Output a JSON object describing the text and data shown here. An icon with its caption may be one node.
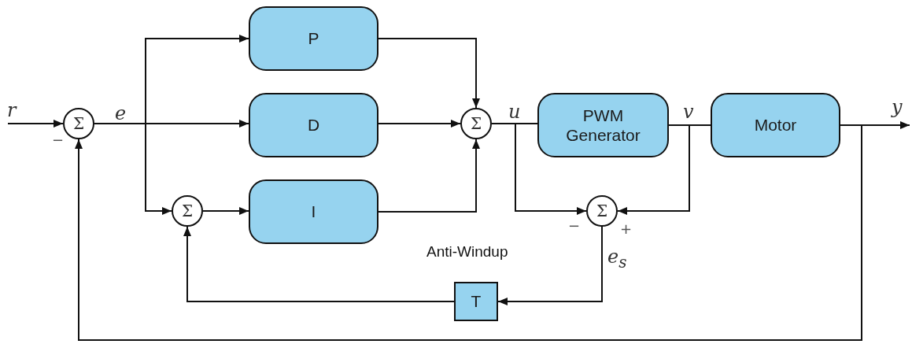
{
  "diagram": {
    "nodes": [
      {
        "text": [
          "Σ"
        ],
        "beside": [
          "−"
        ]
      },
      {
        "text": [
          "P"
        ]
      },
      {
        "text": [
          "D"
        ]
      },
      {
        "text": [
          "I"
        ]
      },
      {
        "text": [
          "Σ"
        ]
      },
      {
        "text": [
          "Σ"
        ]
      },
      {
        "text": [
          "PWM Generator"
        ]
      },
      {
        "text": [
          "Motor"
        ]
      },
      {
        "text": [
          "Σ"
        ],
        "beside": [
          "−",
          "+"
        ]
      },
      {
        "text": [
          "T"
        ]
      }
    ],
    "edges": [
      {
        "from": null,
        "to": 0,
        "arrow": "to",
        "label": "r"
      },
      {
        "from": 0,
        "to": 1,
        "arrow": "to"
      },
      {
        "from": 0,
        "to": 2,
        "arrow": "to"
      },
      {
        "from": 0,
        "to": 4,
        "arrow": "to"
      },
      {
        "from": 1,
        "to": 5,
        "arrow": "to"
      },
      {
        "from": 2,
        "to": 5,
        "arrow": "to"
      },
      {
        "from": 3,
        "to": 5,
        "arrow": "to"
      },
      {
        "from": 4,
        "to": 3,
        "arrow": "to"
      },
      {
        "from": 5,
        "to": 6,
        "arrow": "none"
      },
      {
        "from": 5,
        "to": 8,
        "arrow": "to"
      },
      {
        "from": 6,
        "to": 7,
        "arrow": "none"
      },
      {
        "from": 6,
        "to": 8,
        "arrow": "to"
      },
      {
        "from": 7,
        "to": null,
        "arrow": "to",
        "label": "y"
      },
      {
        "from": 7,
        "to": 0,
        "arrow": "to"
      },
      {
        "from": 8,
        "to": 9,
        "arrow": "to"
      },
      {
        "from": 9,
        "to": 4,
        "arrow": "to"
      }
    ],
    "labels": [
      "e",
      "u",
      "v",
      "Anti-Windup",
      "e$_{s}$"
    ]
  }
}
